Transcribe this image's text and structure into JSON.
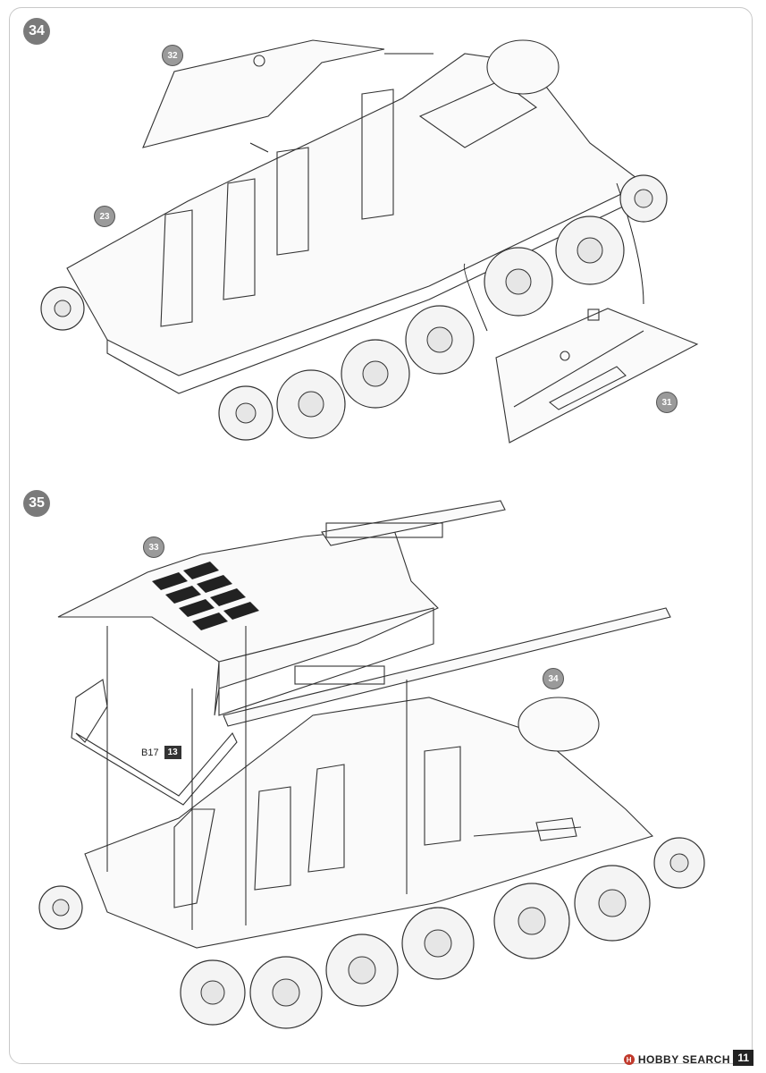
{
  "steps": {
    "step34": "34",
    "step35": "35"
  },
  "callouts": {
    "c32": "32",
    "c23": "23",
    "c31": "31",
    "c33": "33",
    "c34": "34"
  },
  "part_ref": {
    "label": "B17",
    "qty_box": "13"
  },
  "footer": {
    "watermark": "HOBBY SEARCH",
    "watermark_logo": "H",
    "page_number": "11"
  },
  "colors": {
    "step_bg": "#7a7a7a",
    "callout_bg": "#9a9a9a",
    "line": "#333333",
    "grill": "#222222",
    "watermark_logo": "#c0392b"
  }
}
